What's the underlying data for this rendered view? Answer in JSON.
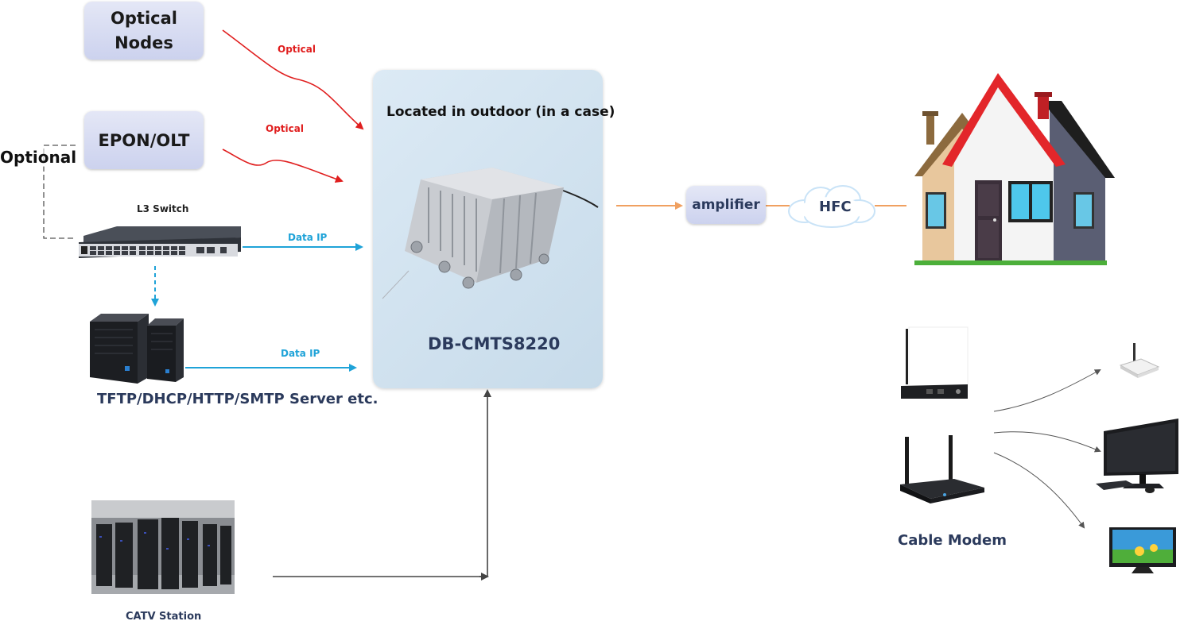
{
  "nodes": {
    "optical_nodes": "Optical\nNodes",
    "epon_olt": "EPON/OLT",
    "optional": "Optional",
    "l3_switch": "L3 Switch",
    "server": "TFTP/DHCP/HTTP/SMTP Server etc.",
    "catv_station": "CATV Station",
    "cmts_location": "Located in outdoor (in a case)",
    "cmts_model": "DB-CMTS8220",
    "amplifier": "amplifier",
    "hfc": "HFC",
    "cable_modem": "Cable Modem"
  },
  "links": {
    "optical_1": "Optical",
    "optical_2": "Optical",
    "data_ip_1": "Data IP",
    "data_ip_2": "Data IP"
  },
  "colors": {
    "optical": "#e01e1e",
    "data_ip": "#1fa3d8",
    "coax": "#f0a060",
    "control": "#444444",
    "box_fill": "#d6dbf2",
    "panel_fill": "#d2e3f0",
    "title_text": "#2b3a5c"
  }
}
